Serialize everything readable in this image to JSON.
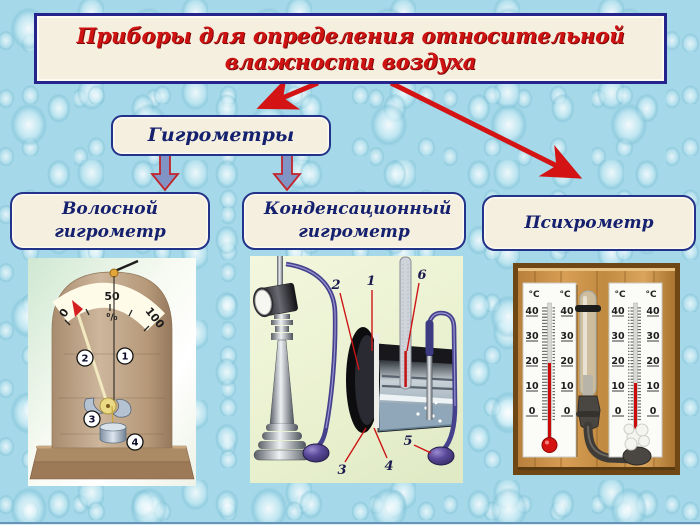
{
  "slide": {
    "title": "Приборы для определения относительной влажности воздуха",
    "background_color": "#a5d8e8",
    "bottom_line_color": "#6795b5"
  },
  "nodes": {
    "hygrometers": "Гигрометры",
    "hair": "Волосной гигрометр",
    "condensation": "Конденсационный гигрометр",
    "psychrometer": "Психрометр"
  },
  "colors": {
    "title_text": "#cf1212",
    "node_text": "#15216e",
    "node_border": "#24338a",
    "node_fill": "#f5efdf",
    "arrow_red": "#d41414",
    "block_arrow_fill": "#8095c5",
    "wood": "#c98f45"
  },
  "hair_hygrometer": {
    "scale": {
      "zero": "0",
      "fifty": "50",
      "hundred": "100",
      "percent": "⁰/₀"
    },
    "callouts": [
      "1",
      "2",
      "3",
      "4"
    ]
  },
  "condensation_hygrometer": {
    "callouts": [
      "1",
      "2",
      "3",
      "4",
      "5",
      "6"
    ]
  },
  "psychrometer": {
    "celsius": "°C",
    "scale_values": [
      "40",
      "30",
      "20",
      "10",
      "0"
    ]
  }
}
